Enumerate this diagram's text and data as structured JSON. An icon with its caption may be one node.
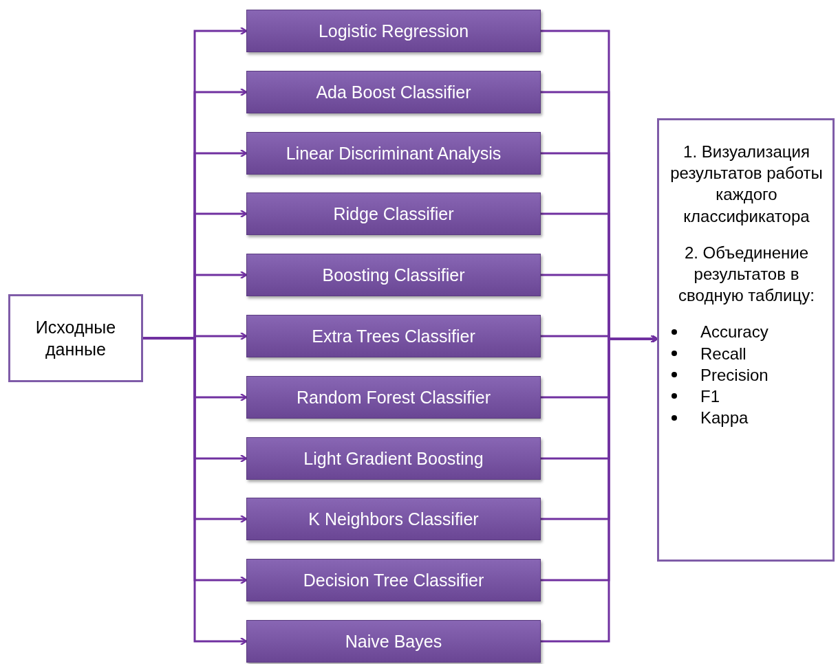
{
  "diagram": {
    "nodes": [
      {
        "text": [
          "Исходные данные"
        ]
      },
      {
        "text": [
          "Logistic Regression"
        ]
      },
      {
        "text": [
          "Ada Boost Classifier"
        ]
      },
      {
        "text": [
          "Linear Discriminant Analysis"
        ]
      },
      {
        "text": [
          "Ridge Classifier"
        ]
      },
      {
        "text": [
          "Boosting Classifier"
        ]
      },
      {
        "text": [
          "Extra Trees Classifier"
        ]
      },
      {
        "text": [
          "Random Forest Classifier"
        ]
      },
      {
        "text": [
          "Light Gradient Boosting"
        ]
      },
      {
        "text": [
          "K Neighbors Classifier"
        ]
      },
      {
        "text": [
          "Decision Tree Classifier"
        ]
      },
      {
        "text": [
          "Naive Bayes"
        ]
      },
      {
        "text": [
          "1. Визуализация результатов работы каждого классификатора",
          "2. Объединение результатов в сводную таблицу:",
          "Accuracy",
          "Recall",
          "Precision",
          "F1",
          "Kappa"
        ]
      }
    ],
    "edges": [
      {
        "from": 0,
        "to": 1,
        "arrow": "to"
      },
      {
        "from": 0,
        "to": 2,
        "arrow": "to"
      },
      {
        "from": 0,
        "to": 3,
        "arrow": "to"
      },
      {
        "from": 0,
        "to": 4,
        "arrow": "to"
      },
      {
        "from": 0,
        "to": 5,
        "arrow": "to"
      },
      {
        "from": 0,
        "to": 6,
        "arrow": "to"
      },
      {
        "from": 0,
        "to": 7,
        "arrow": "to"
      },
      {
        "from": 0,
        "to": 8,
        "arrow": "to"
      },
      {
        "from": 0,
        "to": 9,
        "arrow": "to"
      },
      {
        "from": 0,
        "to": 10,
        "arrow": "to"
      },
      {
        "from": 0,
        "to": 11,
        "arrow": "to"
      },
      {
        "from": 1,
        "to": 12,
        "arrow": "to"
      },
      {
        "from": 2,
        "to": 12,
        "arrow": "to"
      },
      {
        "from": 3,
        "to": 12,
        "arrow": "to"
      },
      {
        "from": 4,
        "to": 12,
        "arrow": "to"
      },
      {
        "from": 5,
        "to": 12,
        "arrow": "to"
      },
      {
        "from": 6,
        "to": 12,
        "arrow": "to"
      },
      {
        "from": 7,
        "to": 12,
        "arrow": "to"
      },
      {
        "from": 8,
        "to": 12,
        "arrow": "to"
      },
      {
        "from": 9,
        "to": 12,
        "arrow": "to"
      },
      {
        "from": 10,
        "to": 12,
        "arrow": "to"
      },
      {
        "from": 11,
        "to": 12,
        "arrow": "to"
      }
    ]
  }
}
